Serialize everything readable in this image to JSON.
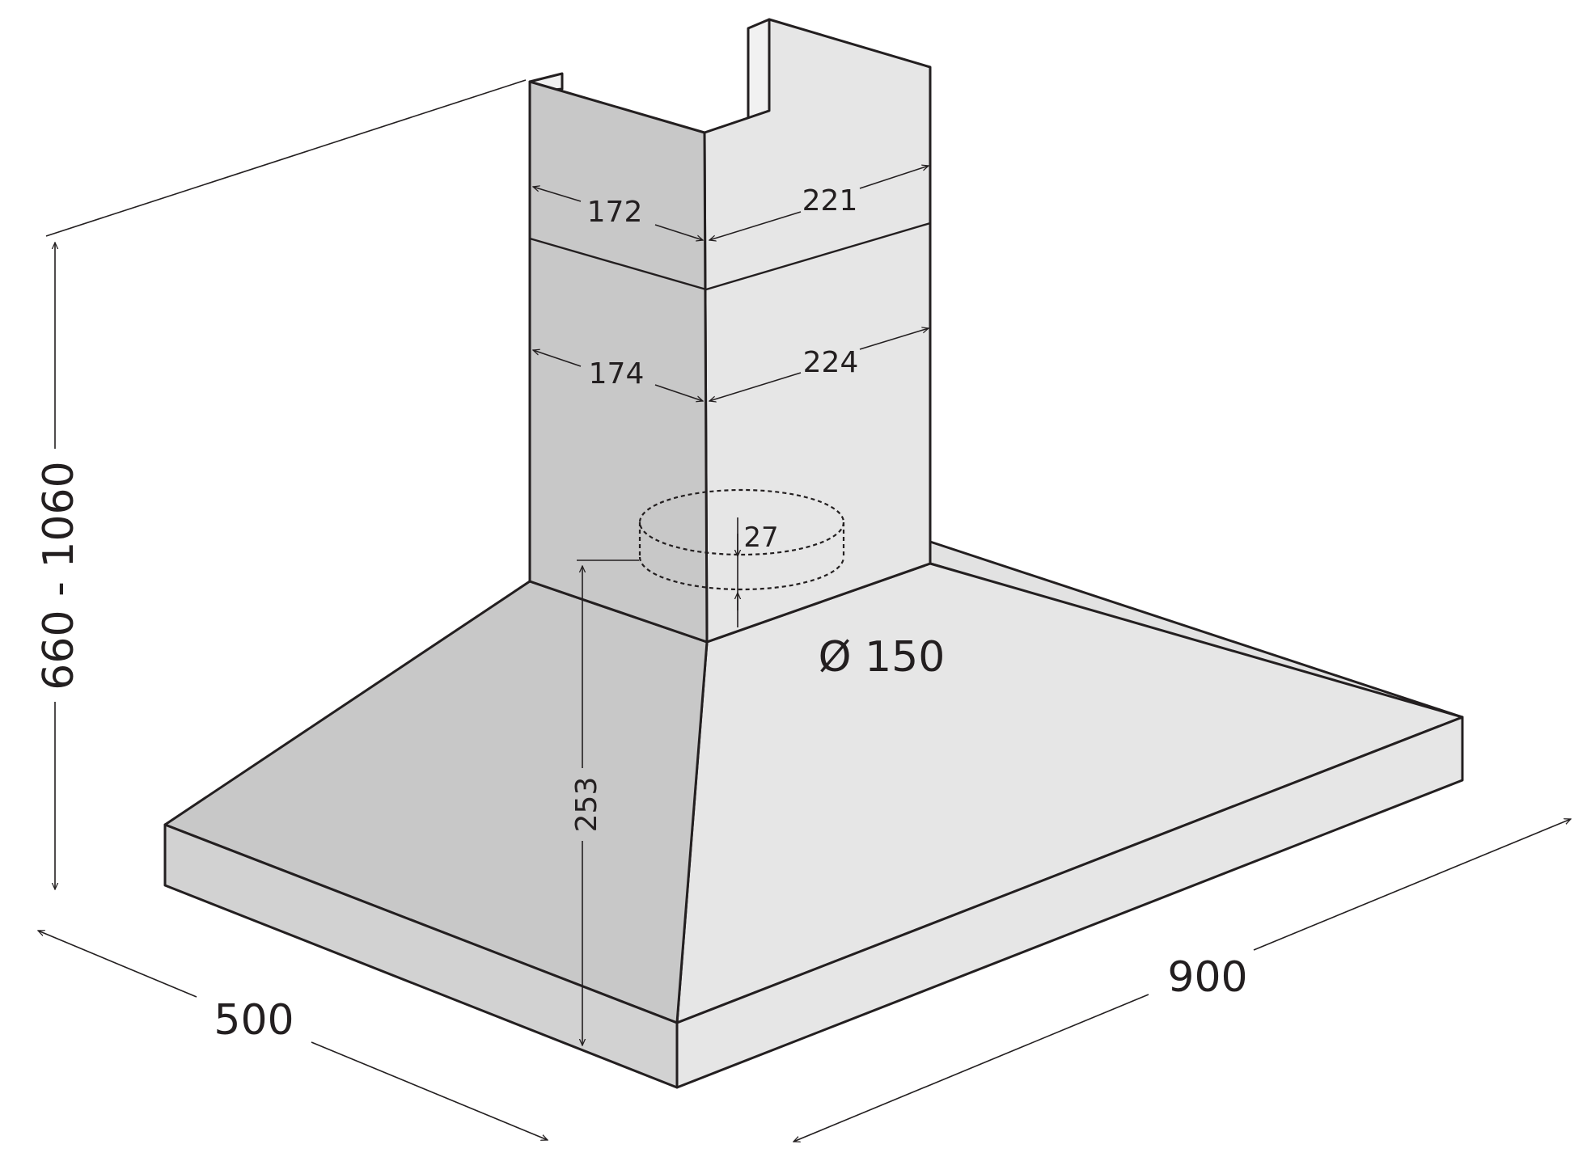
{
  "diagram": {
    "subject": "chimney-hood-dimension-drawing",
    "colors": {
      "line": "#231f20",
      "face_dark": "#c8c8c8",
      "face_light": "#e6e6e6",
      "face_edge": "#d2d2d2",
      "background": "#ffffff"
    },
    "dimensions": {
      "height_range": "660 - 1060",
      "depth": "500",
      "width": "900",
      "chimney_upper_left": "172",
      "chimney_upper_right": "221",
      "chimney_lower_left": "174",
      "chimney_lower_right": "224",
      "hood_height": "253",
      "outlet_collar_height": "27",
      "outlet_diameter": "Ø 150"
    }
  }
}
